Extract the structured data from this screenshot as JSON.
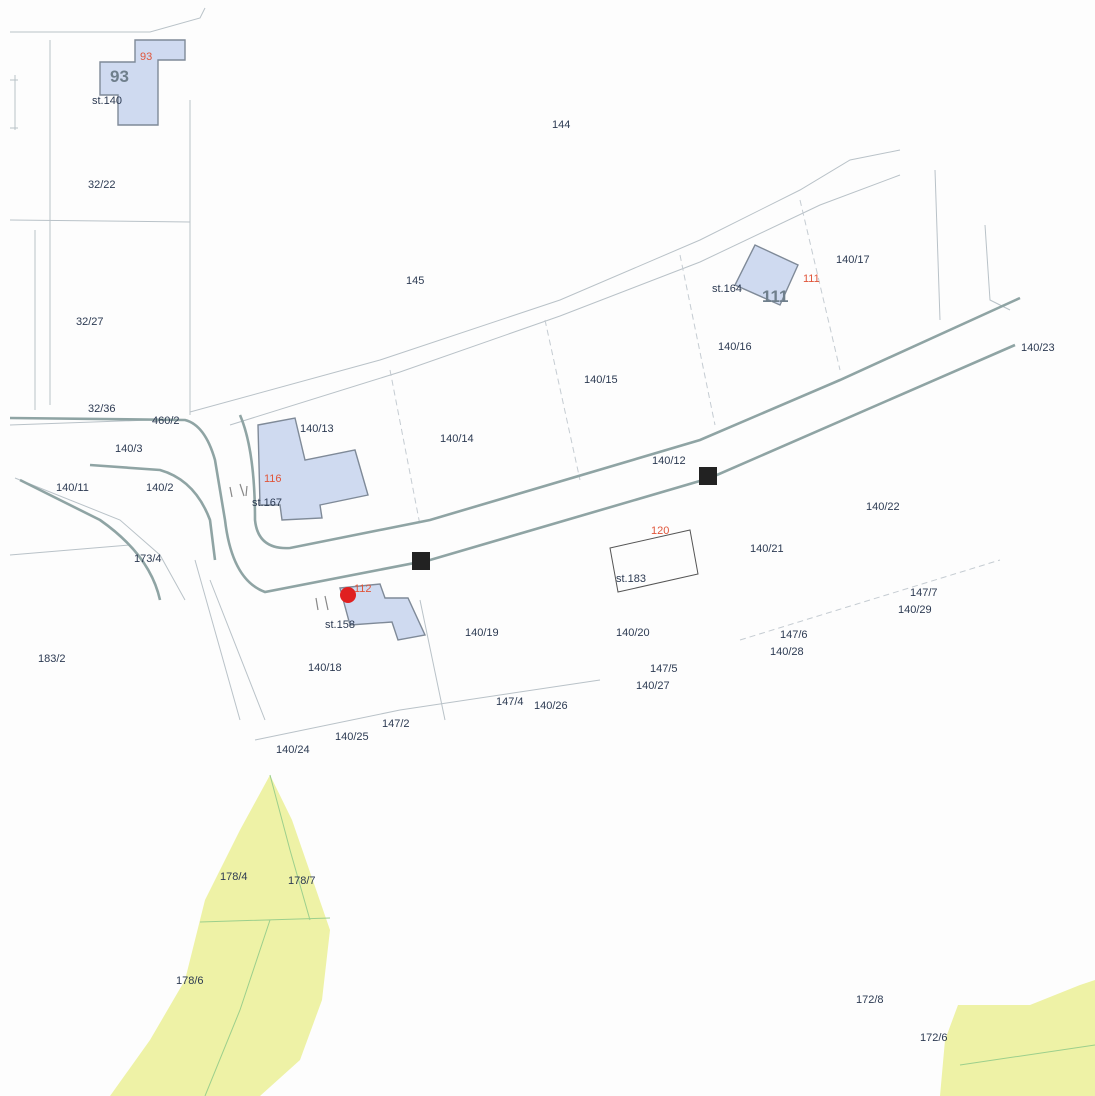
{
  "colors": {
    "background": "#fdfdfd",
    "parcel_label": "#2c3a52",
    "house_number": "#e0553a",
    "building_fill": "#cfdaf0",
    "road_edge": "#8fa4a4",
    "vegetation": "#eef2a6",
    "marker": "#222222",
    "location_pin": "#e02020"
  },
  "icons": {
    "marker": "black-square-marker",
    "pin": "red-location-pin"
  },
  "parcels": {
    "p144": "144",
    "p145": "145",
    "p32_22": "32/22",
    "p32_27": "32/27",
    "p32_36": "32/36",
    "p460_2": "460/2",
    "p140_3": "140/3",
    "p140_11": "140/11",
    "p140_2": "140/2",
    "p173_4": "173/4",
    "p183_2": "183/2",
    "p140_13": "140/13",
    "p140_14": "140/14",
    "p140_15": "140/15",
    "p140_16": "140/16",
    "p140_17": "140/17",
    "p140_23": "140/23",
    "p140_12": "140/12",
    "p140_22": "140/22",
    "p140_21": "140/21",
    "p140_19": "140/19",
    "p140_20": "140/20",
    "p140_18": "140/18",
    "p147_7": "147/7",
    "p140_29": "140/29",
    "p147_6": "147/6",
    "p140_28": "140/28",
    "p147_5": "147/5",
    "p140_27": "140/27",
    "p147_4": "147/4",
    "p140_26": "140/26",
    "p147_2": "147/2",
    "p140_25": "140/25",
    "p140_24": "140/24",
    "p178_4": "178/4",
    "p178_7": "178/7",
    "p178_6": "178/6",
    "p172_8": "172/8",
    "p172_6": "172/6"
  },
  "buildings": {
    "st140": "st.140",
    "st164": "st.164",
    "st167": "st.167",
    "st158": "st.158",
    "st183": "st.183"
  },
  "house_numbers": {
    "n93": "93",
    "n111": "111",
    "n116": "116",
    "n112": "112",
    "n120": "120"
  },
  "big_numbers": {
    "b93": "93",
    "b111": "111"
  }
}
